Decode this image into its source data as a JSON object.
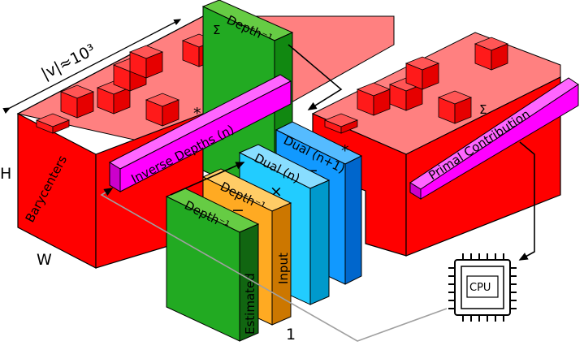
{
  "labels": {
    "volume_size": "|v|≈10³",
    "height": "H",
    "width": "W",
    "barycenters": "Barycenters",
    "inverse_depths": "Inverse Depths (n)",
    "primal_contribution": "Primal Contribution",
    "depth_inv_top": "Depth⁻¹",
    "depth_inv_orange": "Depth⁻¹",
    "depth_inv_green": "Depth⁻¹",
    "dual_n": "Dual (n)",
    "dual_n1": "Dual (n+1)",
    "input": "Input",
    "estimated": "Estimated",
    "one": "1",
    "cpu": "CPU"
  },
  "operators": {
    "sum_top": "Σ",
    "sum_right": "Σ",
    "star_left": "*",
    "star_dual": "*",
    "times": "×",
    "equals": "=",
    "minus": "−"
  },
  "colors": {
    "red_block": "#ff0000",
    "red_top": "#ff8080",
    "magenta": "#ff00ff",
    "green": "#22aa22",
    "orange": "#ffaa22",
    "light_blue": "#22ccff",
    "blue": "#1199ff"
  }
}
